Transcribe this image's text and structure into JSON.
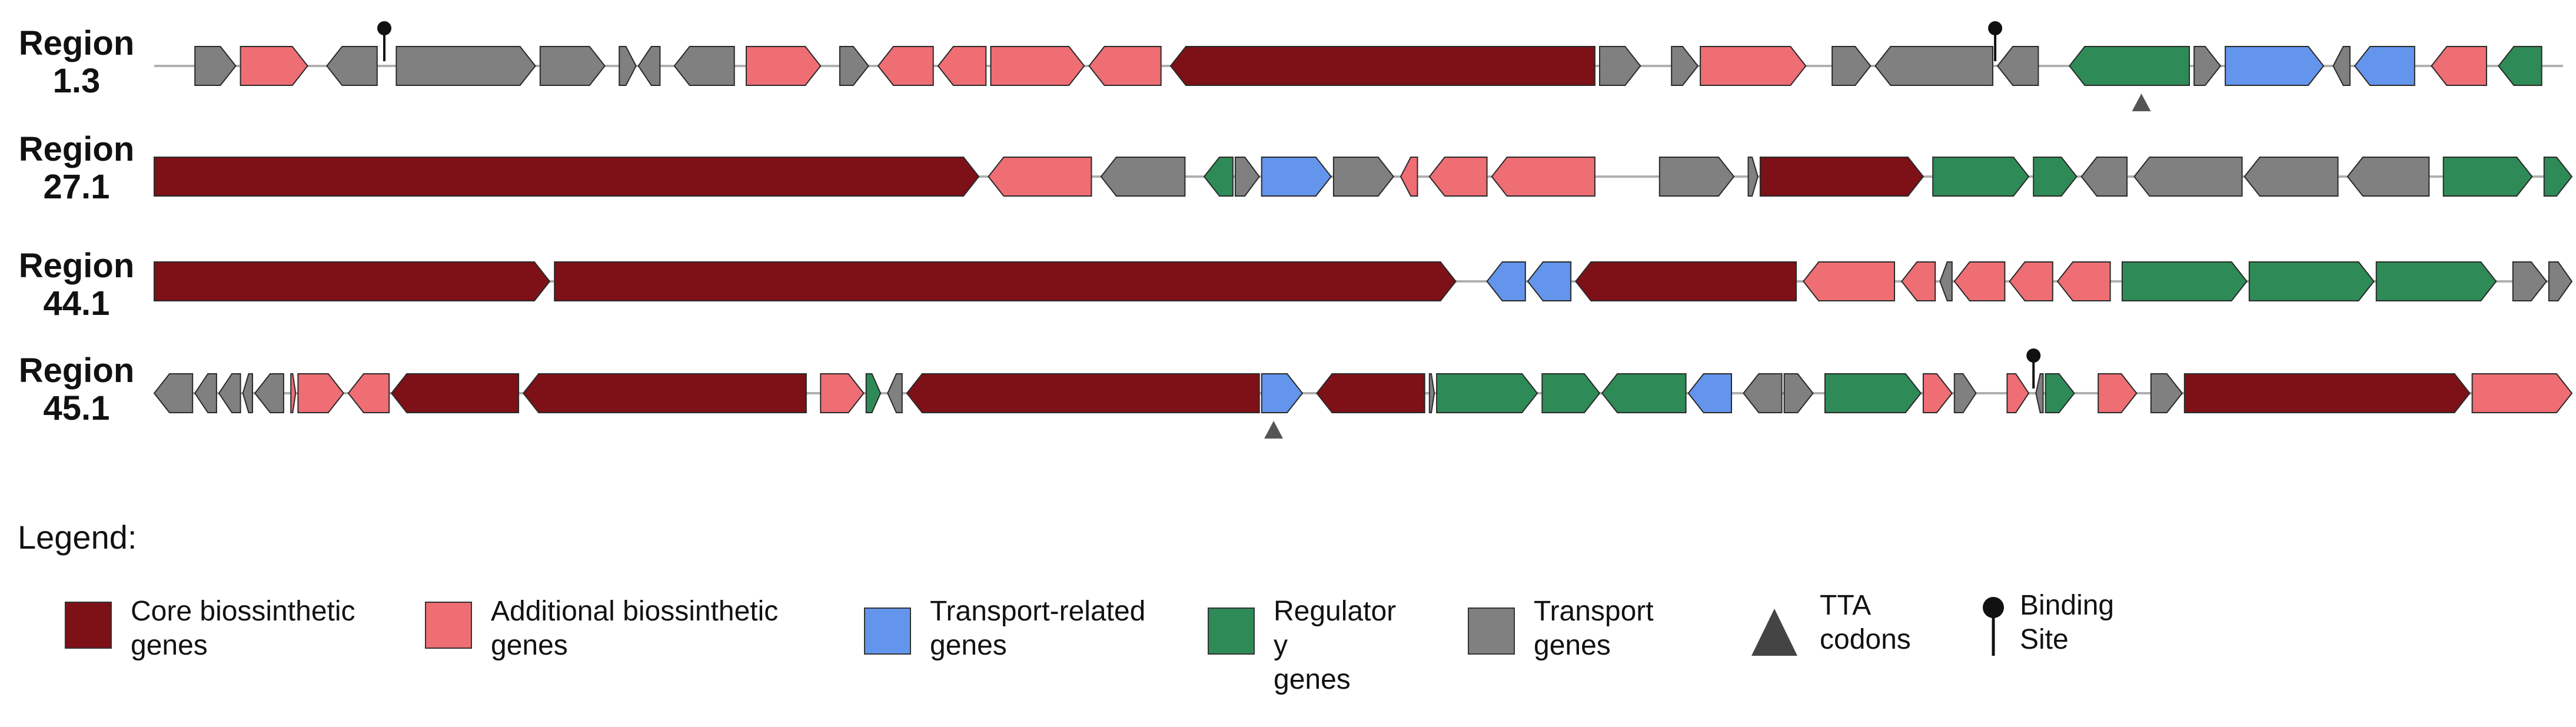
{
  "colors": {
    "core": "#7E1017",
    "additional": "#EE6E74",
    "transport_related": "#6495ED",
    "regulatory": "#2E8B57",
    "transport": "#808080",
    "line": "#b0b0b0",
    "stroke": "#2a2a2a"
  },
  "regions": [
    {
      "label_line1": "Region",
      "label_line2": "1.3",
      "genes": [
        {
          "type": "transport",
          "start": 0.017,
          "end": 0.034,
          "strand": 1
        },
        {
          "type": "additional",
          "start": 0.036,
          "end": 0.064,
          "strand": 1
        },
        {
          "type": "transport",
          "start": 0.072,
          "end": 0.093,
          "strand": -1
        },
        {
          "type": "transport",
          "start": 0.101,
          "end": 0.159,
          "strand": 1
        },
        {
          "type": "transport",
          "start": 0.161,
          "end": 0.188,
          "strand": 1
        },
        {
          "type": "transport",
          "start": 0.194,
          "end": 0.201,
          "strand": 1
        },
        {
          "type": "transport",
          "start": 0.202,
          "end": 0.211,
          "strand": -1
        },
        {
          "type": "transport",
          "start": 0.217,
          "end": 0.242,
          "strand": -1
        },
        {
          "type": "additional",
          "start": 0.247,
          "end": 0.278,
          "strand": 1
        },
        {
          "type": "transport",
          "start": 0.286,
          "end": 0.298,
          "strand": 1
        },
        {
          "type": "additional",
          "start": 0.302,
          "end": 0.325,
          "strand": -1
        },
        {
          "type": "additional",
          "start": 0.327,
          "end": 0.347,
          "strand": -1
        },
        {
          "type": "additional",
          "start": 0.349,
          "end": 0.388,
          "strand": 1
        },
        {
          "type": "additional",
          "start": 0.39,
          "end": 0.42,
          "strand": -1
        },
        {
          "type": "core",
          "start": 0.424,
          "end": 0.601,
          "strand": -1
        },
        {
          "type": "transport",
          "start": 0.603,
          "end": 0.62,
          "strand": 1
        },
        {
          "type": "transport",
          "start": 0.633,
          "end": 0.644,
          "strand": 1
        },
        {
          "type": "additional",
          "start": 0.645,
          "end": 0.689,
          "strand": 1
        },
        {
          "type": "transport",
          "start": 0.7,
          "end": 0.716,
          "strand": 1
        },
        {
          "type": "transport",
          "start": 0.718,
          "end": 0.767,
          "strand": -1
        },
        {
          "type": "transport",
          "start": 0.769,
          "end": 0.786,
          "strand": -1
        },
        {
          "type": "regulatory",
          "start": 0.799,
          "end": 0.849,
          "strand": -1
        },
        {
          "type": "transport",
          "start": 0.851,
          "end": 0.862,
          "strand": 1
        },
        {
          "type": "transport_related",
          "start": 0.864,
          "end": 0.905,
          "strand": 1
        },
        {
          "type": "transport",
          "start": 0.909,
          "end": 0.916,
          "strand": -1
        },
        {
          "type": "transport_related",
          "start": 0.918,
          "end": 0.943,
          "strand": -1
        },
        {
          "type": "additional",
          "start": 0.95,
          "end": 0.973,
          "strand": -1
        },
        {
          "type": "regulatory",
          "start": 0.978,
          "end": 0.996,
          "strand": -1
        }
      ],
      "binding_sites": [
        0.096,
        0.768
      ],
      "tta_codons": [
        0.829
      ]
    },
    {
      "label_line1": "Region",
      "label_line2": "27.1",
      "genes": [
        {
          "type": "core",
          "start": 0.0,
          "end": 0.344,
          "strand": 1
        },
        {
          "type": "additional",
          "start": 0.348,
          "end": 0.391,
          "strand": -1
        },
        {
          "type": "transport",
          "start": 0.395,
          "end": 0.43,
          "strand": -1
        },
        {
          "type": "regulatory",
          "start": 0.438,
          "end": 0.45,
          "strand": -1
        },
        {
          "type": "transport",
          "start": 0.451,
          "end": 0.461,
          "strand": 1
        },
        {
          "type": "transport_related",
          "start": 0.462,
          "end": 0.491,
          "strand": 1
        },
        {
          "type": "transport",
          "start": 0.492,
          "end": 0.517,
          "strand": 1
        },
        {
          "type": "additional",
          "start": 0.52,
          "end": 0.527,
          "strand": -1
        },
        {
          "type": "additional",
          "start": 0.532,
          "end": 0.556,
          "strand": -1
        },
        {
          "type": "additional",
          "start": 0.558,
          "end": 0.601,
          "strand": -1
        },
        {
          "type": "transport",
          "start": 0.628,
          "end": 0.659,
          "strand": 1
        },
        {
          "type": "transport",
          "start": 0.665,
          "end": 0.669,
          "strand": 1
        },
        {
          "type": "core",
          "start": 0.67,
          "end": 0.738,
          "strand": 1
        },
        {
          "type": "regulatory",
          "start": 0.742,
          "end": 0.782,
          "strand": 1
        },
        {
          "type": "regulatory",
          "start": 0.784,
          "end": 0.802,
          "strand": 1
        },
        {
          "type": "transport",
          "start": 0.804,
          "end": 0.823,
          "strand": -1
        },
        {
          "type": "transport",
          "start": 0.826,
          "end": 0.871,
          "strand": -1
        },
        {
          "type": "transport",
          "start": 0.872,
          "end": 0.911,
          "strand": -1
        },
        {
          "type": "transport",
          "start": 0.915,
          "end": 0.949,
          "strand": -1
        },
        {
          "type": "regulatory",
          "start": 0.955,
          "end": 0.992,
          "strand": 1
        },
        {
          "type": "regulatory",
          "start": 0.997,
          "end": 1.017,
          "strand": 1
        }
      ],
      "binding_sites": [],
      "tta_codons": []
    },
    {
      "label_line1": "Region",
      "label_line2": "44.1",
      "genes": [
        {
          "type": "core",
          "start": 0.0,
          "end": 0.165,
          "strand": 1
        },
        {
          "type": "core",
          "start": 0.167,
          "end": 0.543,
          "strand": 1
        },
        {
          "type": "transport_related",
          "start": 0.556,
          "end": 0.572,
          "strand": -1
        },
        {
          "type": "transport_related",
          "start": 0.573,
          "end": 0.591,
          "strand": -1
        },
        {
          "type": "core",
          "start": 0.593,
          "end": 0.685,
          "strand": -1
        },
        {
          "type": "additional",
          "start": 0.688,
          "end": 0.726,
          "strand": -1
        },
        {
          "type": "additional",
          "start": 0.729,
          "end": 0.743,
          "strand": -1
        },
        {
          "type": "transport",
          "start": 0.745,
          "end": 0.75,
          "strand": -1
        },
        {
          "type": "additional",
          "start": 0.751,
          "end": 0.772,
          "strand": -1
        },
        {
          "type": "additional",
          "start": 0.774,
          "end": 0.792,
          "strand": -1
        },
        {
          "type": "additional",
          "start": 0.794,
          "end": 0.816,
          "strand": -1
        },
        {
          "type": "regulatory",
          "start": 0.821,
          "end": 0.873,
          "strand": 1
        },
        {
          "type": "regulatory",
          "start": 0.874,
          "end": 0.926,
          "strand": 1
        },
        {
          "type": "regulatory",
          "start": 0.927,
          "end": 0.977,
          "strand": 1
        },
        {
          "type": "transport",
          "start": 0.984,
          "end": 0.998,
          "strand": 1
        },
        {
          "type": "transport",
          "start": 0.999,
          "end": 1.012,
          "strand": 1
        }
      ],
      "binding_sites": [],
      "tta_codons": []
    },
    {
      "label_line1": "Region",
      "label_line2": "45.1",
      "genes": [
        {
          "type": "transport",
          "start": 0.0,
          "end": 0.016,
          "strand": -1
        },
        {
          "type": "transport",
          "start": 0.017,
          "end": 0.026,
          "strand": -1
        },
        {
          "type": "transport",
          "start": 0.027,
          "end": 0.036,
          "strand": -1
        },
        {
          "type": "transport",
          "start": 0.037,
          "end": 0.041,
          "strand": -1
        },
        {
          "type": "transport",
          "start": 0.042,
          "end": 0.054,
          "strand": -1
        },
        {
          "type": "additional",
          "start": 0.057,
          "end": 0.059,
          "strand": 1
        },
        {
          "type": "additional",
          "start": 0.06,
          "end": 0.079,
          "strand": 1
        },
        {
          "type": "additional",
          "start": 0.081,
          "end": 0.098,
          "strand": -1
        },
        {
          "type": "core",
          "start": 0.099,
          "end": 0.152,
          "strand": -1
        },
        {
          "type": "core",
          "start": 0.154,
          "end": 0.272,
          "strand": -1
        },
        {
          "type": "additional",
          "start": 0.278,
          "end": 0.296,
          "strand": 1
        },
        {
          "type": "regulatory",
          "start": 0.297,
          "end": 0.303,
          "strand": 1
        },
        {
          "type": "transport",
          "start": 0.306,
          "end": 0.312,
          "strand": -1
        },
        {
          "type": "core",
          "start": 0.314,
          "end": 0.461,
          "strand": -1
        },
        {
          "type": "transport_related",
          "start": 0.462,
          "end": 0.479,
          "strand": 1
        },
        {
          "type": "core",
          "start": 0.485,
          "end": 0.53,
          "strand": -1
        },
        {
          "type": "transport",
          "start": 0.532,
          "end": 0.534,
          "strand": 1
        },
        {
          "type": "regulatory",
          "start": 0.535,
          "end": 0.577,
          "strand": 1
        },
        {
          "type": "regulatory",
          "start": 0.579,
          "end": 0.603,
          "strand": 1
        },
        {
          "type": "regulatory",
          "start": 0.604,
          "end": 0.639,
          "strand": -1
        },
        {
          "type": "transport_related",
          "start": 0.64,
          "end": 0.658,
          "strand": -1
        },
        {
          "type": "transport",
          "start": 0.663,
          "end": 0.679,
          "strand": -1
        },
        {
          "type": "transport",
          "start": 0.68,
          "end": 0.692,
          "strand": 1
        },
        {
          "type": "regulatory",
          "start": 0.697,
          "end": 0.737,
          "strand": 1
        },
        {
          "type": "additional",
          "start": 0.738,
          "end": 0.75,
          "strand": 1
        },
        {
          "type": "transport",
          "start": 0.751,
          "end": 0.76,
          "strand": 1
        },
        {
          "type": "additional",
          "start": 0.773,
          "end": 0.782,
          "strand": 1
        },
        {
          "type": "transport",
          "start": 0.785,
          "end": 0.788,
          "strand": -1
        },
        {
          "type": "regulatory",
          "start": 0.789,
          "end": 0.801,
          "strand": 1
        },
        {
          "type": "additional",
          "start": 0.811,
          "end": 0.827,
          "strand": 1
        },
        {
          "type": "transport",
          "start": 0.833,
          "end": 0.846,
          "strand": 1
        },
        {
          "type": "core",
          "start": 0.847,
          "end": 0.966,
          "strand": 1
        },
        {
          "type": "additional",
          "start": 0.967,
          "end": 1.012,
          "strand": 1
        }
      ],
      "binding_sites": [
        0.784
      ],
      "tta_codons": [
        0.467
      ]
    }
  ],
  "legend": {
    "title": "Legend:",
    "items": [
      {
        "type": "core",
        "line1": "Core biossinthetic",
        "line2": "genes",
        "line3": ""
      },
      {
        "type": "additional",
        "line1": "Additional biossinthetic",
        "line2": "genes",
        "line3": ""
      },
      {
        "type": "transport_related",
        "line1": "Transport-related",
        "line2": "genes",
        "line3": ""
      },
      {
        "type": "regulatory",
        "line1": "Regulator",
        "line2": "y",
        "line3": "genes"
      },
      {
        "type": "transport",
        "line1": "Transport",
        "line2": "genes",
        "line3": ""
      },
      {
        "type": "tta",
        "line1": "TTA",
        "line2": "codons",
        "line3": ""
      },
      {
        "type": "binding",
        "line1": "Binding",
        "line2": "Site",
        "line3": ""
      }
    ]
  }
}
